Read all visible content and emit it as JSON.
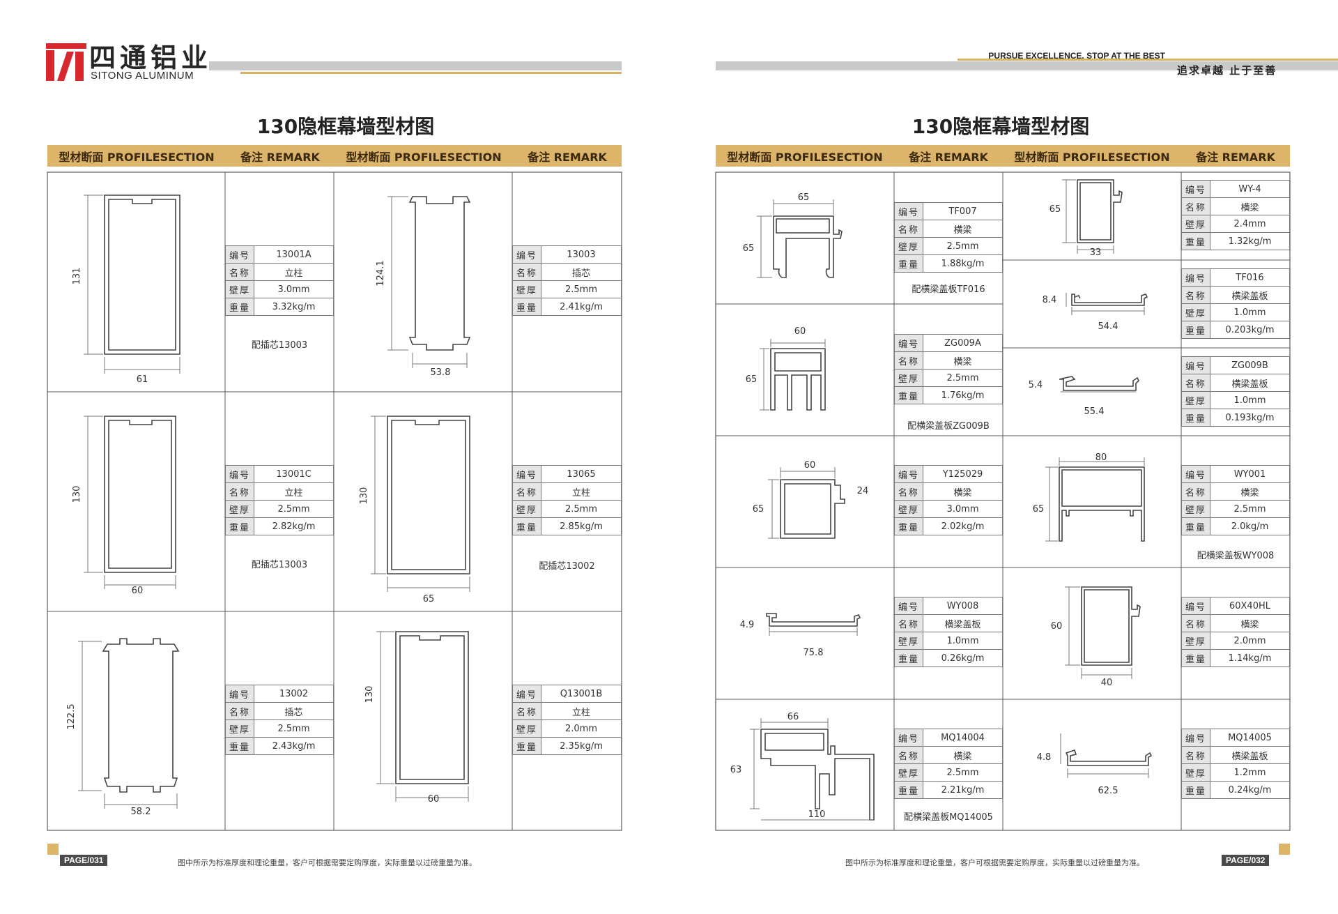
{
  "brand": {
    "name_cn": "四通铝业",
    "name_en": "SITONG ALUMINUM",
    "slogan_en": "PURSUE EXCELLENCE, STOP AT THE BEST",
    "slogan_cn": "追求卓越 止于至善"
  },
  "left_page": {
    "title": "130隐框幕墙型材图",
    "header": {
      "col1": "型材断面 PROFILESECTION",
      "col2": "备注 REMARK",
      "col3": "型材断面 PROFILESECTION",
      "col4": "备注 REMARK"
    },
    "page_label": "PAGE/031",
    "footnote": "图中所示为标准厚度和理论重量，客户可根据需要定购厚度，实际重量以过磅重量为准。"
  },
  "right_page": {
    "title": "130隐框幕墙型材图",
    "header": {
      "col1": "型材断面 PROFILESECTION",
      "col2": "备注 REMARK",
      "col3": "型材断面 PROFILESECTION",
      "col4": "备注 REMARK"
    },
    "page_label": "PAGE/032",
    "footnote": "图中所示为标准厚度和理论重量，客户可根据需要定购厚度，实际重量以过磅重量为准。"
  },
  "spec_keys": {
    "code": "编号",
    "name": "名称",
    "wall": "壁厚",
    "weight": "重量"
  },
  "profiles": [
    {
      "code": "13001A",
      "name": "立柱",
      "wall": "3.0mm",
      "weight": "3.32kg/m",
      "note": "配插芯13003",
      "dims": [
        "131",
        "61"
      ]
    },
    {
      "code": "13003",
      "name": "插芯",
      "wall": "2.5mm",
      "weight": "2.41kg/m",
      "note": "",
      "dims": [
        "124.1",
        "53.8"
      ]
    },
    {
      "code": "13001C",
      "name": "立柱",
      "wall": "2.5mm",
      "weight": "2.82kg/m",
      "note": "配插芯13003",
      "dims": [
        "130",
        "60"
      ]
    },
    {
      "code": "13065",
      "name": "立柱",
      "wall": "2.5mm",
      "weight": "2.85kg/m",
      "note": "配插芯13002",
      "dims": [
        "130",
        "65"
      ]
    },
    {
      "code": "13002",
      "name": "插芯",
      "wall": "2.5mm",
      "weight": "2.43kg/m",
      "note": "",
      "dims": [
        "122.5",
        "58.2"
      ]
    },
    {
      "code": "Q13001B",
      "name": "立柱",
      "wall": "2.0mm",
      "weight": "2.35kg/m",
      "note": "",
      "dims": [
        "130",
        "60"
      ]
    },
    {
      "code": "TF007",
      "name": "横梁",
      "wall": "2.5mm",
      "weight": "1.88kg/m",
      "note": "配横梁盖板TF016",
      "dims": [
        "65",
        "65"
      ]
    },
    {
      "code": "WY-4",
      "name": "横梁",
      "wall": "2.4mm",
      "weight": "1.32kg/m",
      "note": "",
      "dims": [
        "65",
        "33"
      ]
    },
    {
      "code": "TF016",
      "name": "横梁盖板",
      "wall": "1.0mm",
      "weight": "0.203kg/m",
      "note": "",
      "dims": [
        "8.4",
        "54.4"
      ]
    },
    {
      "code": "ZG009A",
      "name": "横梁",
      "wall": "2.5mm",
      "weight": "1.76kg/m",
      "note": "配横梁盖板ZG009B",
      "dims": [
        "60",
        "65"
      ]
    },
    {
      "code": "ZG009B",
      "name": "横梁盖板",
      "wall": "1.0mm",
      "weight": "0.193kg/m",
      "note": "",
      "dims": [
        "5.4",
        "55.4"
      ]
    },
    {
      "code": "Y125029",
      "name": "横梁",
      "wall": "3.0mm",
      "weight": "2.02kg/m",
      "note": "",
      "dims": [
        "60",
        "65",
        "24"
      ]
    },
    {
      "code": "WY001",
      "name": "横梁",
      "wall": "2.5mm",
      "weight": "2.0kg/m",
      "note": "配横梁盖板WY008",
      "dims": [
        "80",
        "65"
      ]
    },
    {
      "code": "WY008",
      "name": "横梁盖板",
      "wall": "1.0mm",
      "weight": "0.26kg/m",
      "note": "",
      "dims": [
        "4.9",
        "75.8"
      ]
    },
    {
      "code": "60X40HL",
      "name": "横梁",
      "wall": "2.0mm",
      "weight": "1.14kg/m",
      "note": "",
      "dims": [
        "60",
        "40"
      ]
    },
    {
      "code": "MQ14004",
      "name": "横梁",
      "wall": "2.5mm",
      "weight": "2.21kg/m",
      "note": "配横梁盖板MQ14005",
      "dims": [
        "66",
        "63",
        "110"
      ]
    },
    {
      "code": "MQ14005",
      "name": "横梁盖板",
      "wall": "1.2mm",
      "weight": "0.24kg/m",
      "note": "",
      "dims": [
        "4.8",
        "62.5"
      ]
    }
  ]
}
